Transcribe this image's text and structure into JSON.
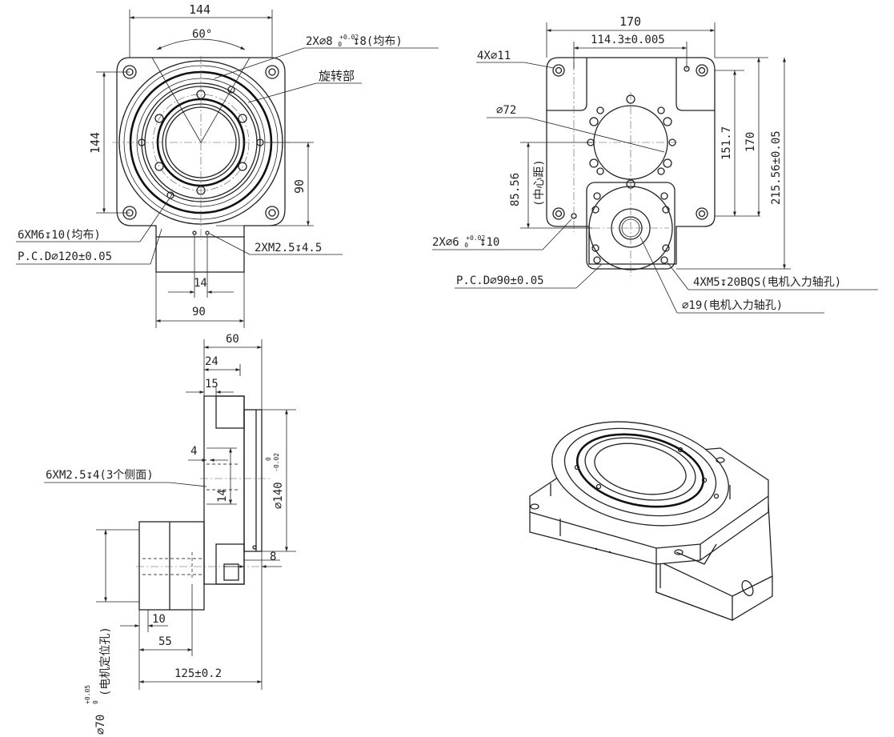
{
  "colors": {
    "line": "#222222",
    "background": "#ffffff"
  },
  "top_left_view": {
    "dim_width": "144",
    "dim_height": "144",
    "angle": "60°",
    "holes_8": "2X∅8 +0.02/0 ↧8(均布)",
    "tol_8_upper": "+0.02",
    "tol_8_lower": "0",
    "rotating_part": "旋转部",
    "dim_90_vertical": "90",
    "holes_m6": "6XM6↧10(均布)",
    "pcd_120": "P.C.D∅120±0.05",
    "holes_m25": "2XM2.5↧4.5",
    "dim_14": "14",
    "dim_90_bottom": "90"
  },
  "top_right_view": {
    "dim_width": "170",
    "dim_spacing": "114.3±0.005",
    "holes_11": "4X∅11",
    "dia_72": "∅72",
    "dim_center_distance": "85.56",
    "center_distance_label": "(中心距)",
    "dim_151": "151.7",
    "dim_170_vertical": "170",
    "dim_215": "215.56±0.05",
    "holes_6": "2X∅6 +0.02/0 ↧10",
    "tol_6_upper": "+0.02",
    "tol_6_lower": "0",
    "pcd_90": "P.C.D∅90±0.05",
    "holes_m5": "4XM5↧20BQS(电机入力轴孔)",
    "dia_19": "∅19(电机入力轴孔)"
  },
  "side_view": {
    "dim_60": "60",
    "dim_24": "24",
    "dim_15": "15",
    "dim_4": "4",
    "holes_side": "6XM2.5↧4(3个侧面)",
    "dim_14": "14",
    "dia_140": "∅140",
    "tol_140_upper": "0",
    "tol_140_lower": "-0.02",
    "dim_8": "8",
    "dim_10": "10",
    "dim_55": "55",
    "dim_125": "125±0.2",
    "motor_locating": "(电机定位孔)",
    "dia_70": "∅70",
    "tol_70_upper": "+0.05",
    "tol_70_lower": "0"
  }
}
